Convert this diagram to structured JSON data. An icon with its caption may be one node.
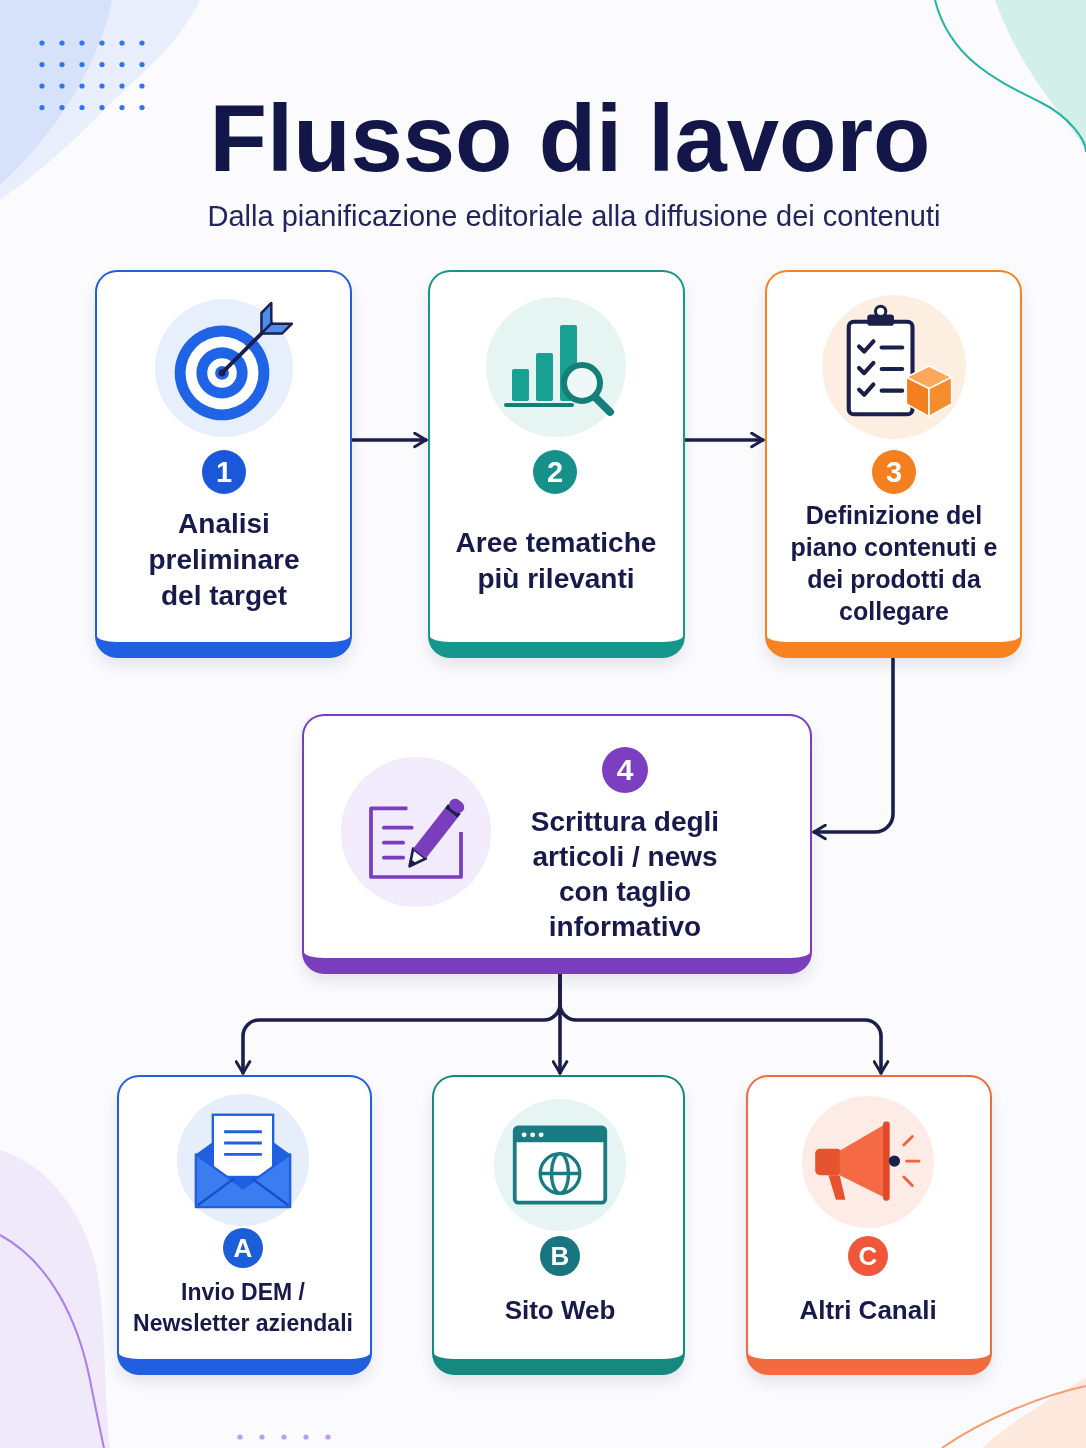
{
  "diagram": {
    "title": "Flusso di lavoro",
    "nodes": [
      {
        "text": [
          "1",
          "Analisi preliminare del target"
        ]
      },
      {
        "text": [
          "2",
          "Aree tematiche più rilevanti"
        ]
      },
      {
        "text": [
          "3",
          "Definizione del piano contenuti e dei prodotti da collegare"
        ]
      },
      {
        "text": [
          "4",
          "Scrittura degli articoli / news con taglio informativo"
        ]
      },
      {
        "text": [
          "A",
          "Invio DEM / Newsletter aziendali"
        ]
      },
      {
        "text": [
          "B",
          "Sito Web"
        ]
      },
      {
        "text": [
          "C",
          "Altri Canali"
        ]
      }
    ],
    "edges": [
      {
        "from": 0,
        "to": 1,
        "arrow": "to"
      },
      {
        "from": 1,
        "to": 2,
        "arrow": "to"
      },
      {
        "from": 2,
        "to": 3,
        "arrow": "to"
      },
      {
        "from": 3,
        "to": 4,
        "arrow": "to"
      },
      {
        "from": 3,
        "to": 5,
        "arrow": "to"
      },
      {
        "from": 3,
        "to": 6,
        "arrow": "to"
      }
    ],
    "labels": [
      "Dalla pianificazione editoriale alla diffusione dei contenuti"
    ]
  }
}
